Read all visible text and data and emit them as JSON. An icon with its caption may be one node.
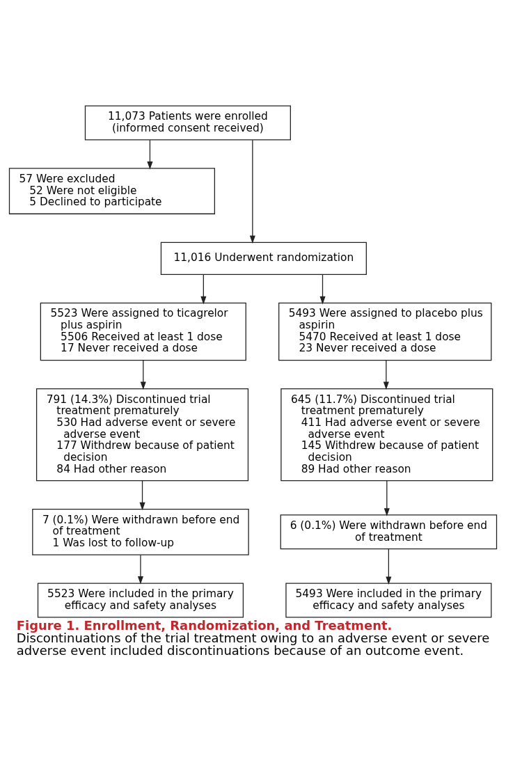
{
  "diagram": {
    "title": "Figure 1. Enrollment, Randomization, and Treatment.",
    "caption": "Discontinuations of the trial treatment owing to an adverse event or severe adverse event included discontinuations because of an outcome event.",
    "nodes": [
      {
        "text": [
          "11,073 Patients were enrolled (informed consent received)"
        ]
      },
      {
        "text": [
          "57 Were excluded",
          "52 Were not eligible",
          "5 Declined to participate"
        ]
      },
      {
        "text": [
          "11,016 Underwent randomization"
        ]
      },
      {
        "text": [
          "5523 Were assigned to ticagrelor plus aspirin",
          "5506 Received at least 1 dose",
          "17 Never received a dose"
        ]
      },
      {
        "text": [
          "5493 Were assigned to placebo plus aspirin",
          "5470 Received at least 1 dose",
          "23 Never received a dose"
        ]
      },
      {
        "text": [
          "791 (14.3%) Discontinued trial treatment prematurely",
          "530 Had adverse event or severe adverse event",
          "177 Withdrew because of patient decision",
          "84 Had other reason"
        ]
      },
      {
        "text": [
          "645 (11.7%) Discontinued trial treatment prematurely",
          "411 Had adverse event or severe adverse event",
          "145 Withdrew because of patient decision",
          "89 Had other reason"
        ]
      },
      {
        "text": [
          "7 (0.1%) Were withdrawn before end of treatment",
          "1 Was lost to follow-up"
        ]
      },
      {
        "text": [
          "6 (0.1%) Were withdrawn before end of treatment"
        ]
      },
      {
        "text": [
          "5523 Were included in the primary efficacy and safety analyses"
        ]
      },
      {
        "text": [
          "5493 Were included in the primary efficacy and safety analyses"
        ]
      }
    ],
    "edges": [
      {
        "from": 0,
        "to": 2,
        "arrow": "to"
      },
      {
        "from": 0,
        "to": 1,
        "arrow": "to"
      },
      {
        "from": 2,
        "to": 3,
        "arrow": "to"
      },
      {
        "from": 2,
        "to": 4,
        "arrow": "to"
      },
      {
        "from": 3,
        "to": 5,
        "arrow": "to"
      },
      {
        "from": 4,
        "to": 6,
        "arrow": "to"
      },
      {
        "from": 5,
        "to": 7,
        "arrow": "to"
      },
      {
        "from": 6,
        "to": 8,
        "arrow": "to"
      },
      {
        "from": 7,
        "to": 9,
        "arrow": "to"
      },
      {
        "from": 8,
        "to": 10,
        "arrow": "to"
      }
    ]
  }
}
